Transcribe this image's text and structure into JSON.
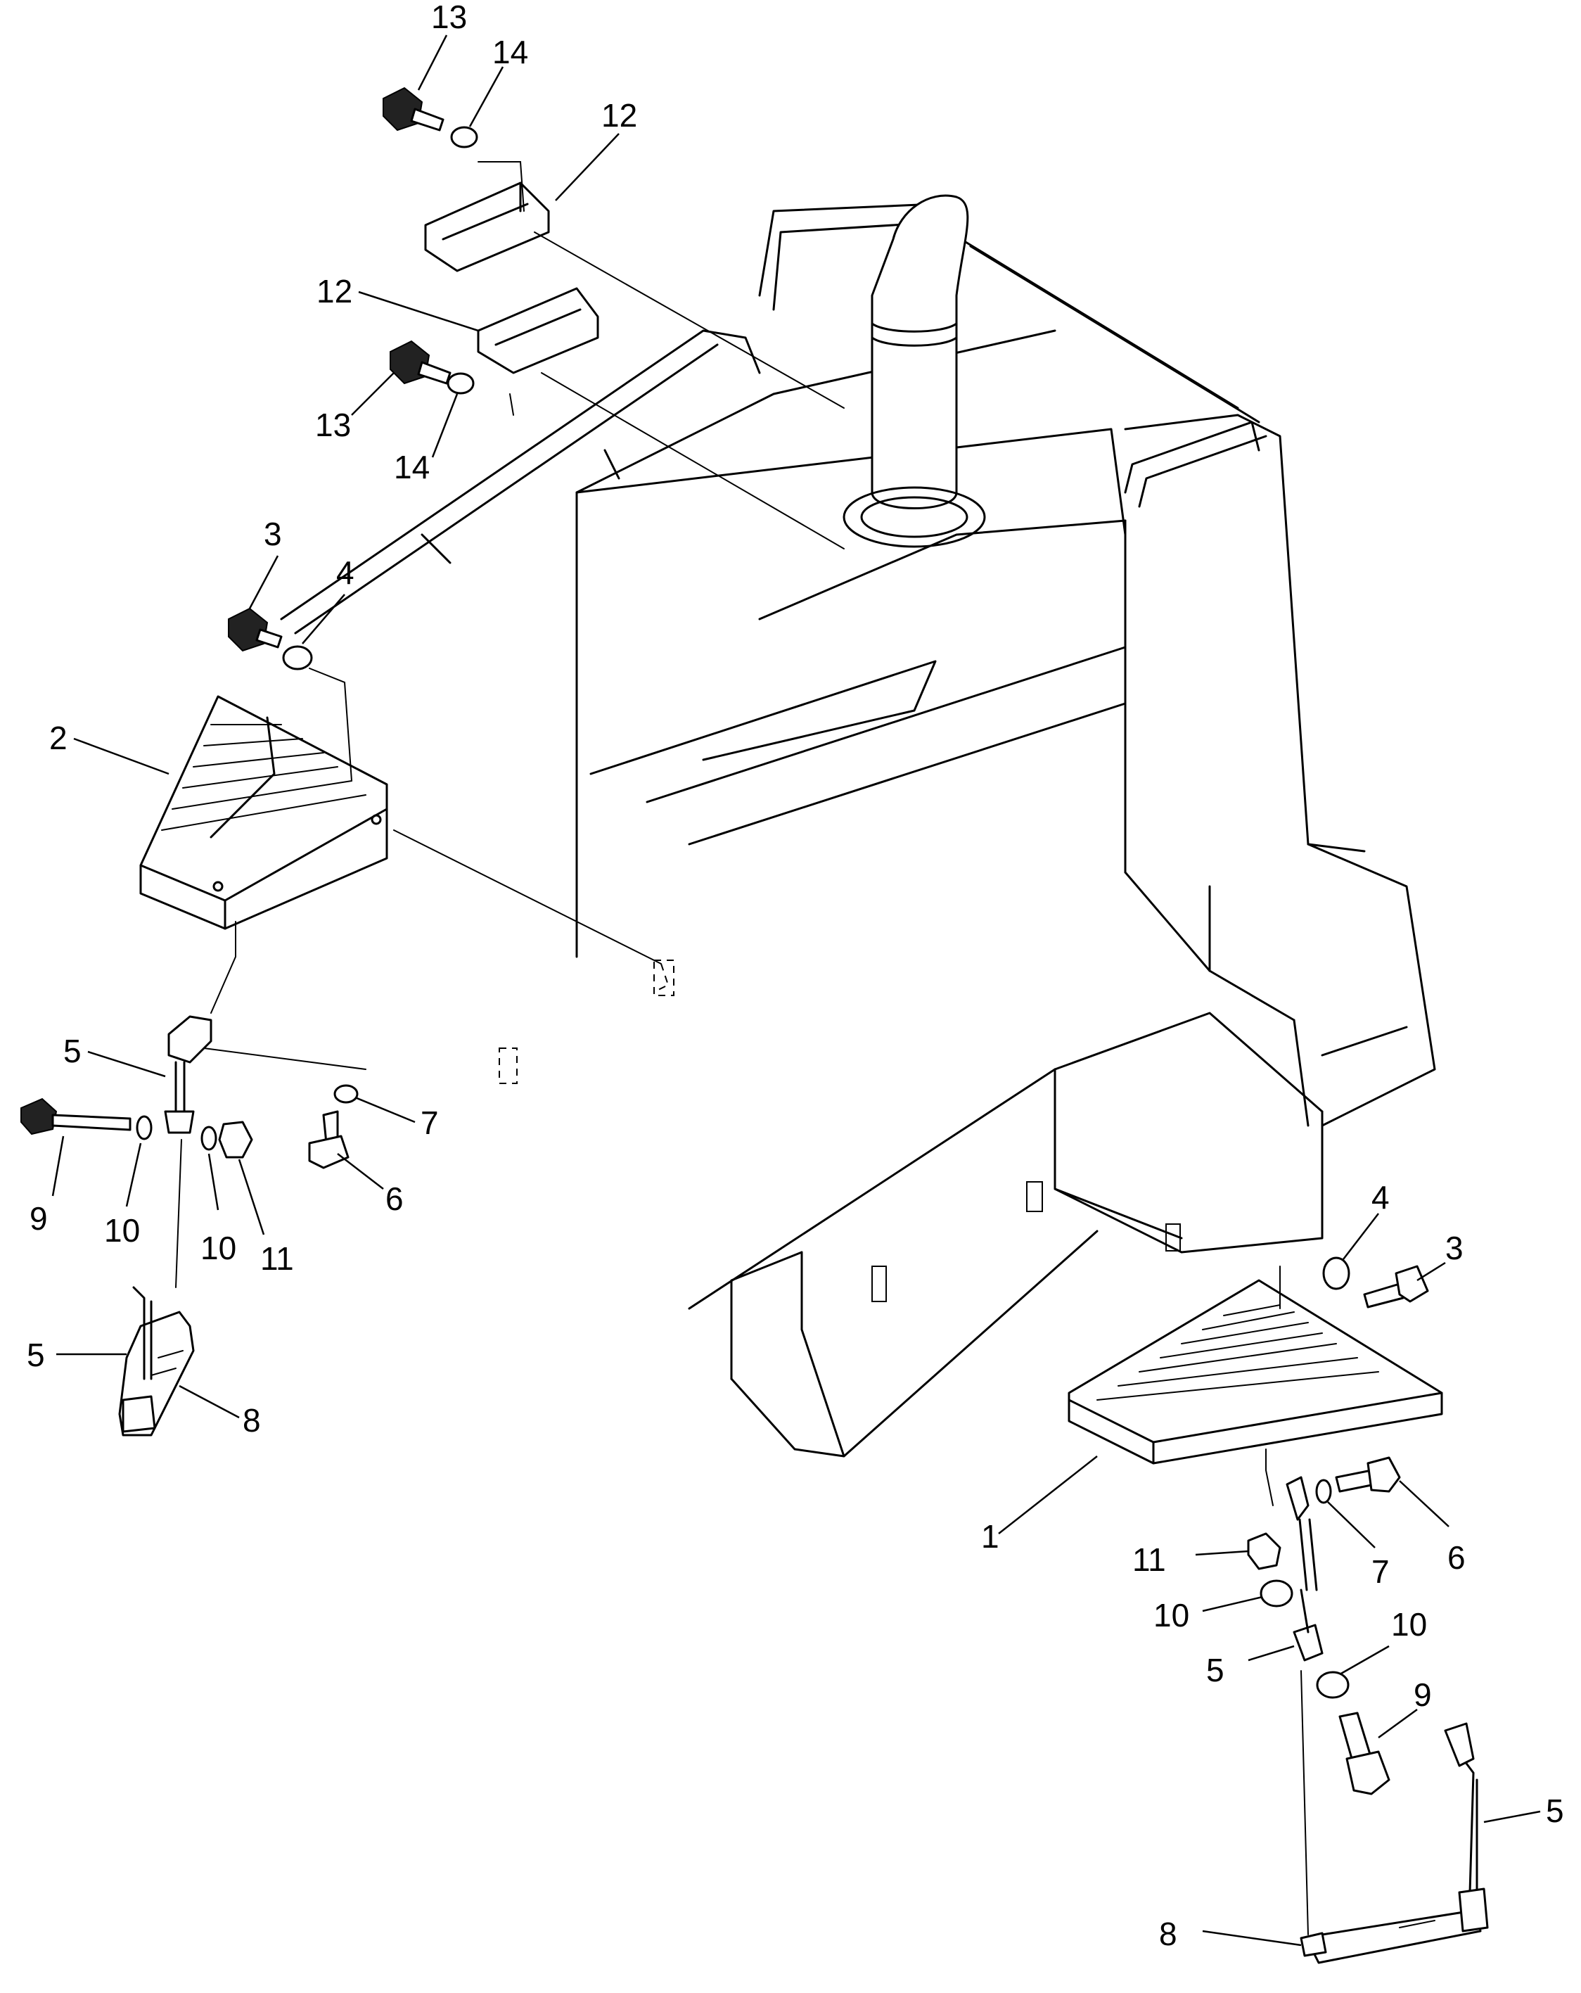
{
  "callouts": [
    {
      "id": "c13a",
      "text": "13"
    },
    {
      "id": "c14a",
      "text": "14"
    },
    {
      "id": "c12a",
      "text": "12"
    },
    {
      "id": "c12b",
      "text": "12"
    },
    {
      "id": "c13b",
      "text": "13"
    },
    {
      "id": "c14b",
      "text": "14"
    },
    {
      "id": "c3a",
      "text": "3"
    },
    {
      "id": "c4a",
      "text": "4"
    },
    {
      "id": "c2",
      "text": "2"
    },
    {
      "id": "c5a",
      "text": "5"
    },
    {
      "id": "c7a",
      "text": "7"
    },
    {
      "id": "c6a",
      "text": "6"
    },
    {
      "id": "c9a",
      "text": "9"
    },
    {
      "id": "c10a",
      "text": "10"
    },
    {
      "id": "c10b",
      "text": "10"
    },
    {
      "id": "c11a",
      "text": "11"
    },
    {
      "id": "c5b",
      "text": "5"
    },
    {
      "id": "c8a",
      "text": "8"
    },
    {
      "id": "c4b",
      "text": "4"
    },
    {
      "id": "c3b",
      "text": "3"
    },
    {
      "id": "c1",
      "text": "1"
    },
    {
      "id": "c11b",
      "text": "11"
    },
    {
      "id": "c7b",
      "text": "7"
    },
    {
      "id": "c6b",
      "text": "6"
    },
    {
      "id": "c10c",
      "text": "10"
    },
    {
      "id": "c10d",
      "text": "10"
    },
    {
      "id": "c5c",
      "text": "5"
    },
    {
      "id": "c9b",
      "text": "9"
    },
    {
      "id": "c5d",
      "text": "5"
    },
    {
      "id": "c8b",
      "text": "8"
    }
  ]
}
